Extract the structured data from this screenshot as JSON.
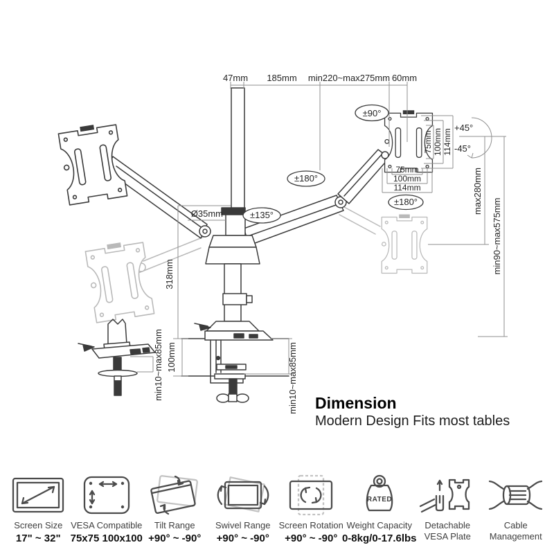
{
  "heading": {
    "title": "Dimension",
    "subtitle": "Modern Design Fits most tables"
  },
  "dimensions": {
    "top": [
      "47mm",
      "185mm",
      "min220~max275mm",
      "60mm"
    ],
    "vesa_side": [
      "75mm",
      "100mm",
      "114mm"
    ],
    "vesa_bottom": [
      "75mm",
      "100mm",
      "114mm"
    ],
    "angles": {
      "monitor_swivel": "±90°",
      "tilt_up": "+45°",
      "tilt_down": "-45°",
      "plate_rotation_right": "±180°",
      "arm_rotation_mid": "±180°",
      "arm_swivel": "±135°"
    },
    "pole_diameter": "Ø35mm",
    "pole_height": "318mm",
    "arm_drop": "max280mm",
    "height_range": "min90~max575mm",
    "grommet_range": "min10~max85mm",
    "base_offset": "100mm",
    "clamp_range": "min10~max85mm"
  },
  "features": [
    {
      "icon": "screen-size-icon",
      "label": "Screen Size",
      "value": "17\" ~ 32\""
    },
    {
      "icon": "vesa-compatible-icon",
      "label": "VESA Compatible",
      "value": "75x75 100x100"
    },
    {
      "icon": "tilt-range-icon",
      "label": "Tilt Range",
      "value": "+90° ~ -90°"
    },
    {
      "icon": "swivel-range-icon",
      "label": "Swivel Range",
      "value": "+90° ~ -90°"
    },
    {
      "icon": "screen-rotation-icon",
      "label": "Screen Rotation",
      "value": "+90° ~ -90°"
    },
    {
      "icon": "weight-capacity-icon",
      "label": "Weight Capacity",
      "value": "0-8kg/0-17.6lbs",
      "badge": "RATED"
    },
    {
      "icon": "detachable-vesa-icon",
      "label": "Detachable",
      "value": "VESA Plate"
    },
    {
      "icon": "cable-management-icon",
      "label": "Cable",
      "value": "Management"
    }
  ],
  "colors": {
    "line": "#3a3a3a",
    "ghost": "#b9b9b9",
    "dimension": "#8f8f8f",
    "text": "#232323",
    "background": "#ffffff"
  }
}
